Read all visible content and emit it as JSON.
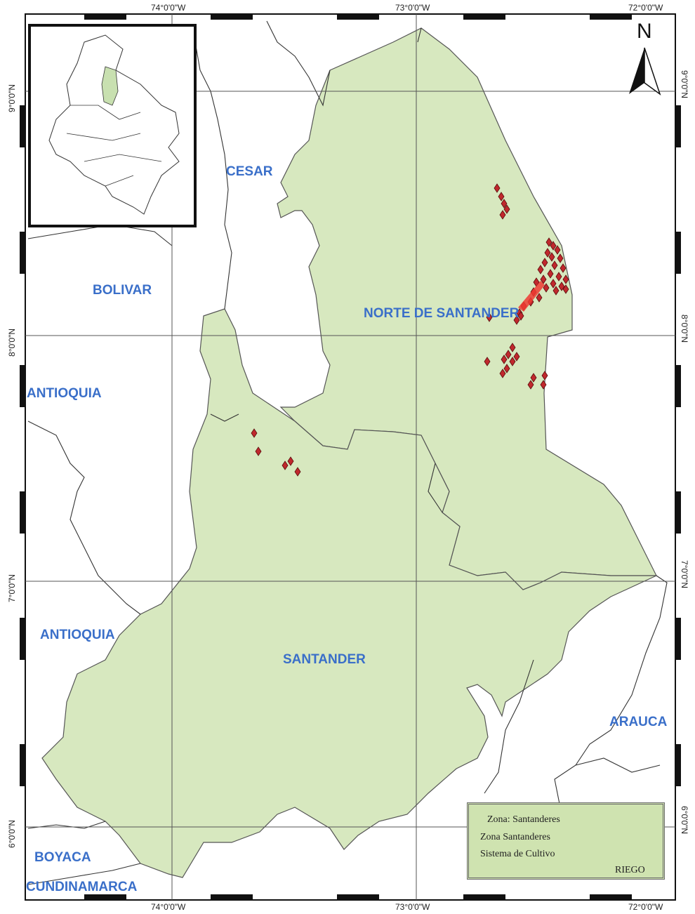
{
  "coordinates": {
    "top": [
      "74°0'0\"W",
      "73°0'0\"W",
      "72°0'0\"W"
    ],
    "bottom": [
      "74°0'0\"W",
      "73°0'0\"W",
      "72°0'0\"W"
    ],
    "left": [
      "9°0'0\"N",
      "8°0'0\"N",
      "7°0'0\"N",
      "6°0'0\"N"
    ],
    "right": [
      "9°0'0\"N",
      "8°0'0\"N",
      "7°0'0\"N",
      "6°0'0\"N"
    ]
  },
  "regions": {
    "cesar": "CESAR",
    "bolivar": "BOLIVAR",
    "antioquia_north": "ANTIOQUIA",
    "antioquia_south": "ANTIOQUIA",
    "norte_de_santander": "NORTE DE SANTANDER",
    "santander": "SANTANDER",
    "arauca": "ARAUCA",
    "boyaca": "BOYACA",
    "cundinamarca": "CUNDINAMARCA"
  },
  "north_arrow": {
    "letter": "N"
  },
  "legend": {
    "title": "Zona: Santanderes",
    "layer": "Zona Santanderes",
    "system_label": "Sistema de Cultivo",
    "riego_label": "RIEGO"
  },
  "colors": {
    "land_fill": "#d7e8bf",
    "marker_fill": "#c0282d",
    "region_text": "#3a6fc9",
    "legend_fill": "#cfe3b0"
  }
}
